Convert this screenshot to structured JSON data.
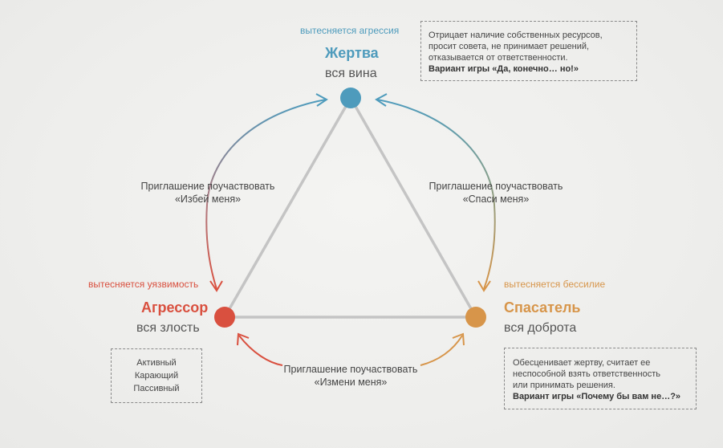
{
  "colors": {
    "victim": "#4e9bbc",
    "aggressor": "#d9503f",
    "rescuer": "#d7954a",
    "triangle": "#c4c4c4",
    "aggressor_arrow": "#d9503f",
    "rescuer_arrow": "#d7954a"
  },
  "victim": {
    "repressed": "вытесняется агрессия",
    "name": "Жертва",
    "sub": "вся вина",
    "box": {
      "lines": [
        "Отрицает наличие собственных ресурсов,",
        "просит совета, не принимает решений,",
        "отказывается от ответственности."
      ],
      "game": "Вариант игры «Да, конечно… но!»"
    }
  },
  "aggressor": {
    "repressed": "вытесняется уязвимость",
    "name": "Агрессор",
    "sub": "вся злость",
    "box": {
      "lines": [
        "Активный",
        "Карающий",
        "Пассивный"
      ]
    }
  },
  "rescuer": {
    "repressed": "вытесняется бессилие",
    "name": "Спасатель",
    "sub": "вся доброта",
    "box": {
      "lines": [
        "Обесценивает жертву, считает ее",
        "неспособной взять ответственность",
        "или принимать решения."
      ],
      "game": "Вариант игры «Почему бы вам не…?»"
    }
  },
  "invitations": {
    "left": {
      "line1": "Приглашение поучаствовать",
      "line2": "«Избей меня»"
    },
    "right": {
      "line1": "Приглашение поучаствовать",
      "line2": "«Спаси меня»"
    },
    "bottom": {
      "line1": "Приглашение поучаствовать",
      "line2": "«Измени меня»"
    }
  }
}
